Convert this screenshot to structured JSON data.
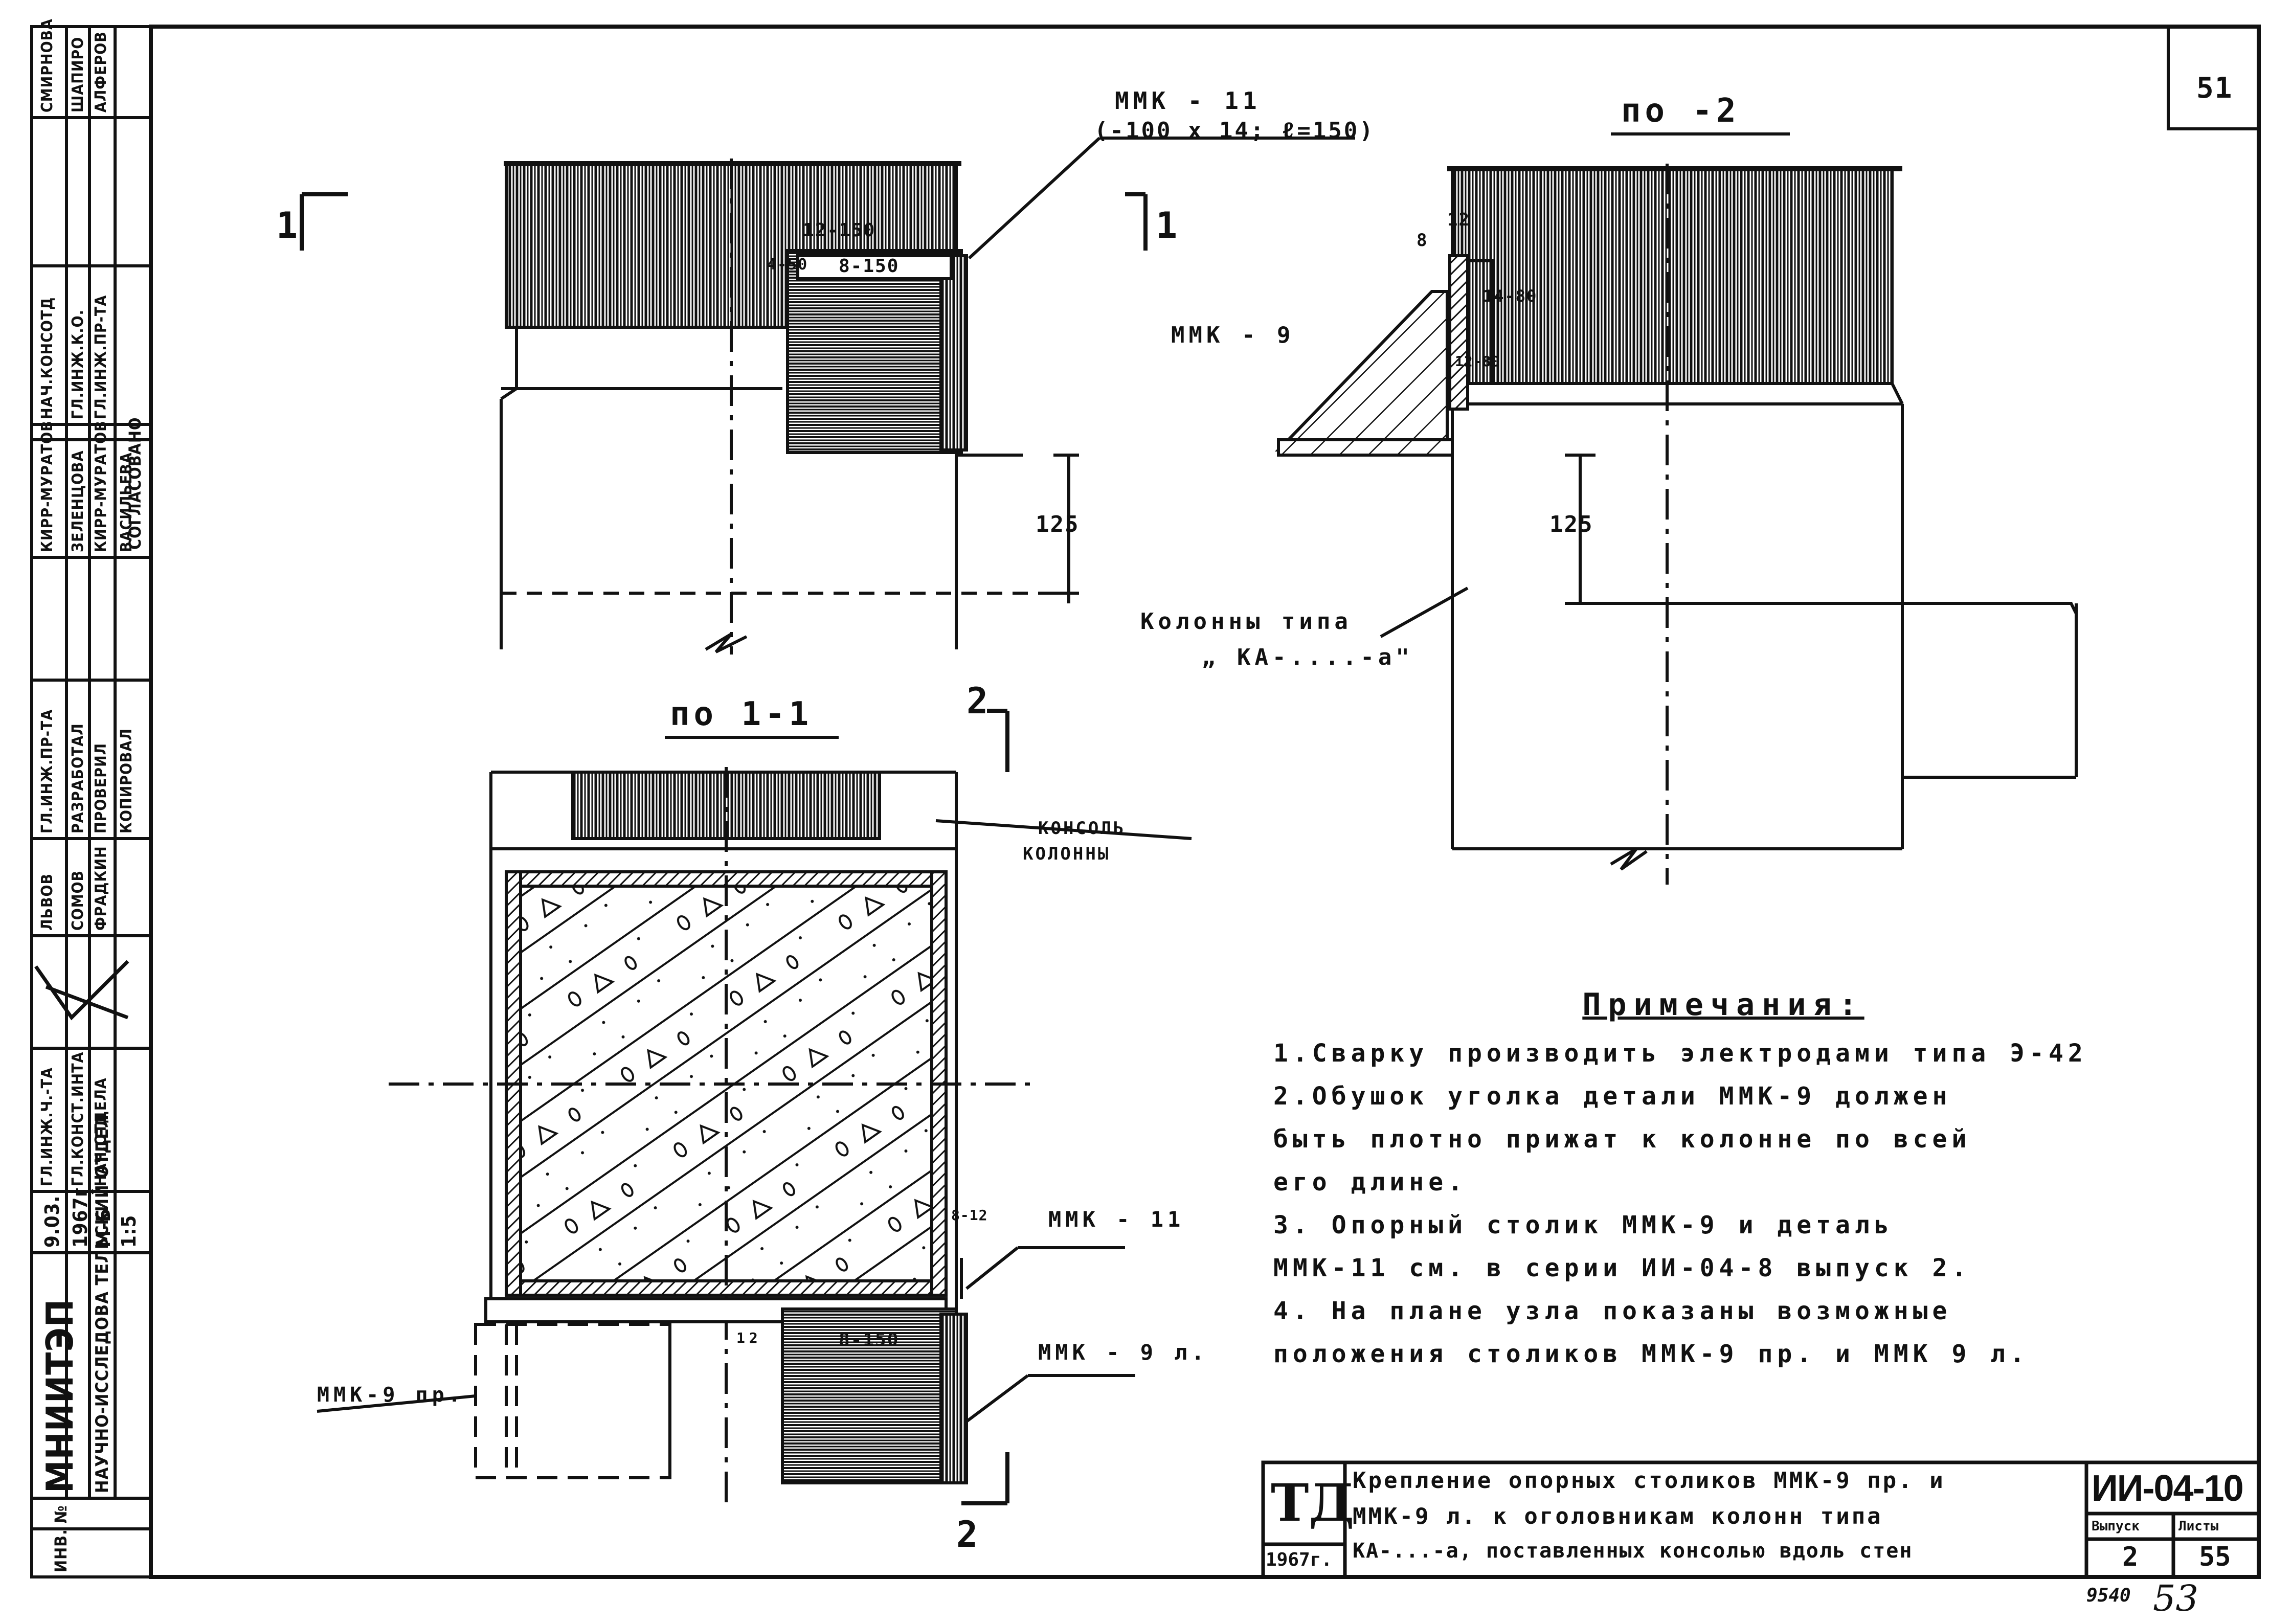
{
  "sheet_number": "51",
  "handwritten_number": "53",
  "bottom_number": "9540",
  "organization": "МНИИТЭП",
  "organization_sub": "НАУЧНО-ИССЛЕДОВА ТЕЛЬСКИЙ ОТДЕЛ",
  "invent_label": "ИНВ. №",
  "date_code": "9.03.",
  "year_short": "1967г",
  "scale_m": "М-Б",
  "scale_ratio": "1:5",
  "signatories": [
    {
      "role": "ГЛ.ИНЖ.Ч.-ТА",
      "name": "ЛЬВОВ"
    },
    {
      "role": "ГЛ.КОНСТ.ИНТА",
      "name": "СОМОВ"
    },
    {
      "role": "НАЧ.ОТДЕЛА",
      "name": "ФРАДКИН"
    },
    {
      "role": "ГЛ.ИНЖ.ПР-ТА",
      "name": "КИРР-МУРАТОВ"
    },
    {
      "role": "РАЗРАБОТАЛ",
      "name": "ЗЕЛЕНЦОВА"
    },
    {
      "role": "ПРОВЕРИЛ",
      "name": "КИРР-МУРАТОВ"
    },
    {
      "role": "КОПИРОВАЛ",
      "name": "ВАСИЛЬЕВА"
    },
    {
      "role": "НАЧ.КОНСОТД",
      "name": "СМИРНОВА"
    },
    {
      "role": "ГЛ.ИНЖ.К.О.",
      "name": "ШАПИРО"
    },
    {
      "role": "ГЛ.ИНЖ.ПР-ТА",
      "name": "АЛФЕРОВ"
    }
  ],
  "agreed_label": "СОГЛАСОВАНО",
  "views": {
    "section_1_1": "по 1-1",
    "section_2_2": "по -2"
  },
  "cut_marks": {
    "one": "1",
    "two": "2"
  },
  "labels": {
    "mmk11_top": "ММК - 11",
    "mmk11_spec": "(-100 х 14; ℓ=150)",
    "weld_12_150": "12-150",
    "weld_8_150_top": "8-150",
    "weld_4_50": "4-50",
    "dim_125_left": "125",
    "dim_125_right": "125",
    "mmk9": "ММК - 9",
    "weld_8": "8",
    "weld_12": "12",
    "weld_14_80": "14-80",
    "weld_12_80": "12-80",
    "columns_type": "Колонны типа",
    "columns_type2": "„ КА-....-а\"",
    "console_label": "КОНСОЛЬ",
    "console_label2": "КОЛОННЫ",
    "mmk11_bottom": "ММК - 11",
    "weld_8_12": "8-12",
    "weld_12_b": "12",
    "weld_8_150_bottom": "8-150",
    "mmk9pr": "ММК-9 пр.",
    "mmk9l": "ММК - 9 л."
  },
  "notes": {
    "title": "Примечания:",
    "lines": [
      "1.Сварку производить электродами типа Э-42",
      "2.Обушок уголка детали ММК-9 должен",
      "быть плотно прижат к колонне по всей",
      "его длине.",
      "3. Опорный столик ММК-9 и деталь",
      "ММК-11 см. в серии ИИ-04-8 выпуск 2.",
      "4. На плане узла показаны возможные",
      "положения столиков ММК-9 пр. и ММК 9 л."
    ]
  },
  "title_block": {
    "td": "ТД",
    "year": "1967г.",
    "description": [
      "Крепление опорных столиков ММК-9 пр. и",
      "ММК-9 л. к оголовникам колонн типа",
      "КА-...-а, поставленных консолью вдоль стен"
    ],
    "code": "ИИ-04-10",
    "issue_label": "Выпуск",
    "sheet_label": "Листы",
    "issue_value": "2",
    "sheet_value": "55"
  }
}
